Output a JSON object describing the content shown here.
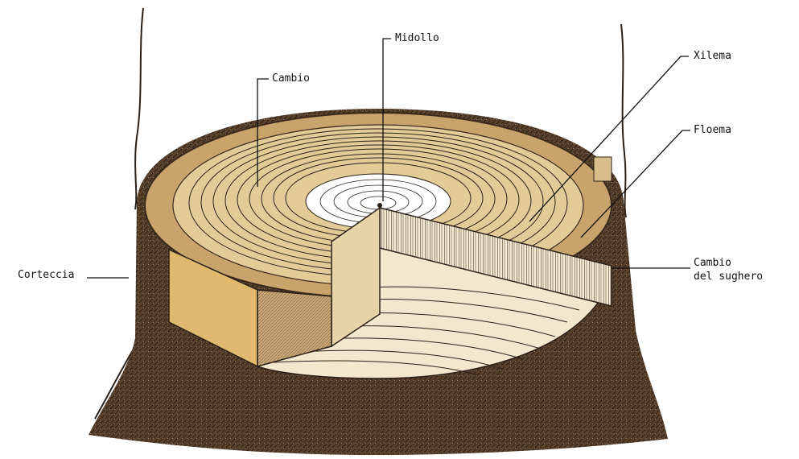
{
  "labels": {
    "midollo": "Midollo",
    "cambio": "Cambio",
    "xilema": "Xilema",
    "floema": "Floema",
    "corteccia": "Corteccia",
    "cambio_sughero_line1": "Cambio",
    "cambio_sughero_line2": "del sughero"
  },
  "colors": {
    "background": "#ffffff",
    "bark_dark": "#4a3526",
    "bark_mid": "#6b4c33",
    "wood_tan": "#d8be8a",
    "wood_light": "#f2e6c9",
    "heartwood": "#ffffff",
    "cut_face": "#e3c38a",
    "ring_line": "#2b2119",
    "leader_line": "#111111"
  }
}
